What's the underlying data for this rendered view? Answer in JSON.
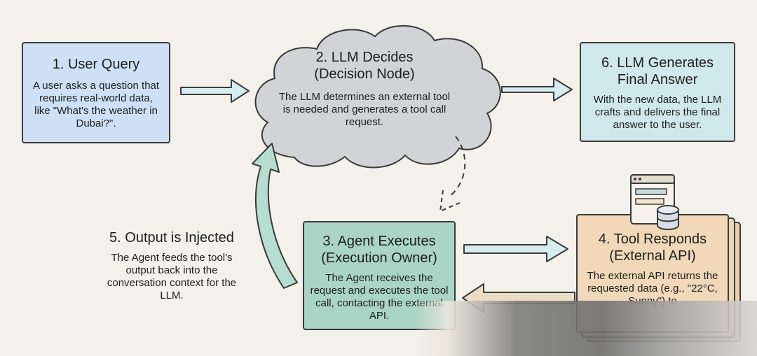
{
  "nodes": {
    "user_query": {
      "title": "1. User Query",
      "description": "A user asks a question that requires real-world data, like \"What's the weather in Dubai?\"."
    },
    "llm_decides": {
      "title_line1": "2. LLM Decides",
      "title_line2": "(Decision Node)",
      "description": "The LLM determines an external tool is needed and generates a tool call request."
    },
    "agent_executes": {
      "title_line1": "3. Agent Executes",
      "title_line2": "(Execution Owner)",
      "description": "The Agent receives the request and executes the tool call, contacting the external API."
    },
    "tool_responds": {
      "title_line1": "4. Tool Responds",
      "title_line2": "(External API)",
      "description": "The external API returns the requested data (e.g., \"22°C, Sunny\") to"
    },
    "output_injected": {
      "title": "5. Output is Injected",
      "description": "The Agent feeds the tool's output back into the conversation context for the LLM."
    },
    "llm_generates": {
      "title_line1": "6. LLM Generates",
      "title_line2": "Final Answer",
      "description": "With the new data, the LLM crafts and delivers the final answer to the user."
    }
  },
  "icons": {
    "tool_icon": "server-database-icon"
  },
  "colors": {
    "background": "#f4f1ea",
    "user_query_fill": "#cde0f6",
    "cloud_fill": "#d2d3d6",
    "llm_generates_fill": "#cfe8ec",
    "agent_fill": "#a9d4c6",
    "tool_fill": "#f0d8b8",
    "arrow_fill": "#d6ecee",
    "loop_arrow_fill": "#b5ddd0",
    "return_arrow_fill": "#ecdcc4"
  }
}
